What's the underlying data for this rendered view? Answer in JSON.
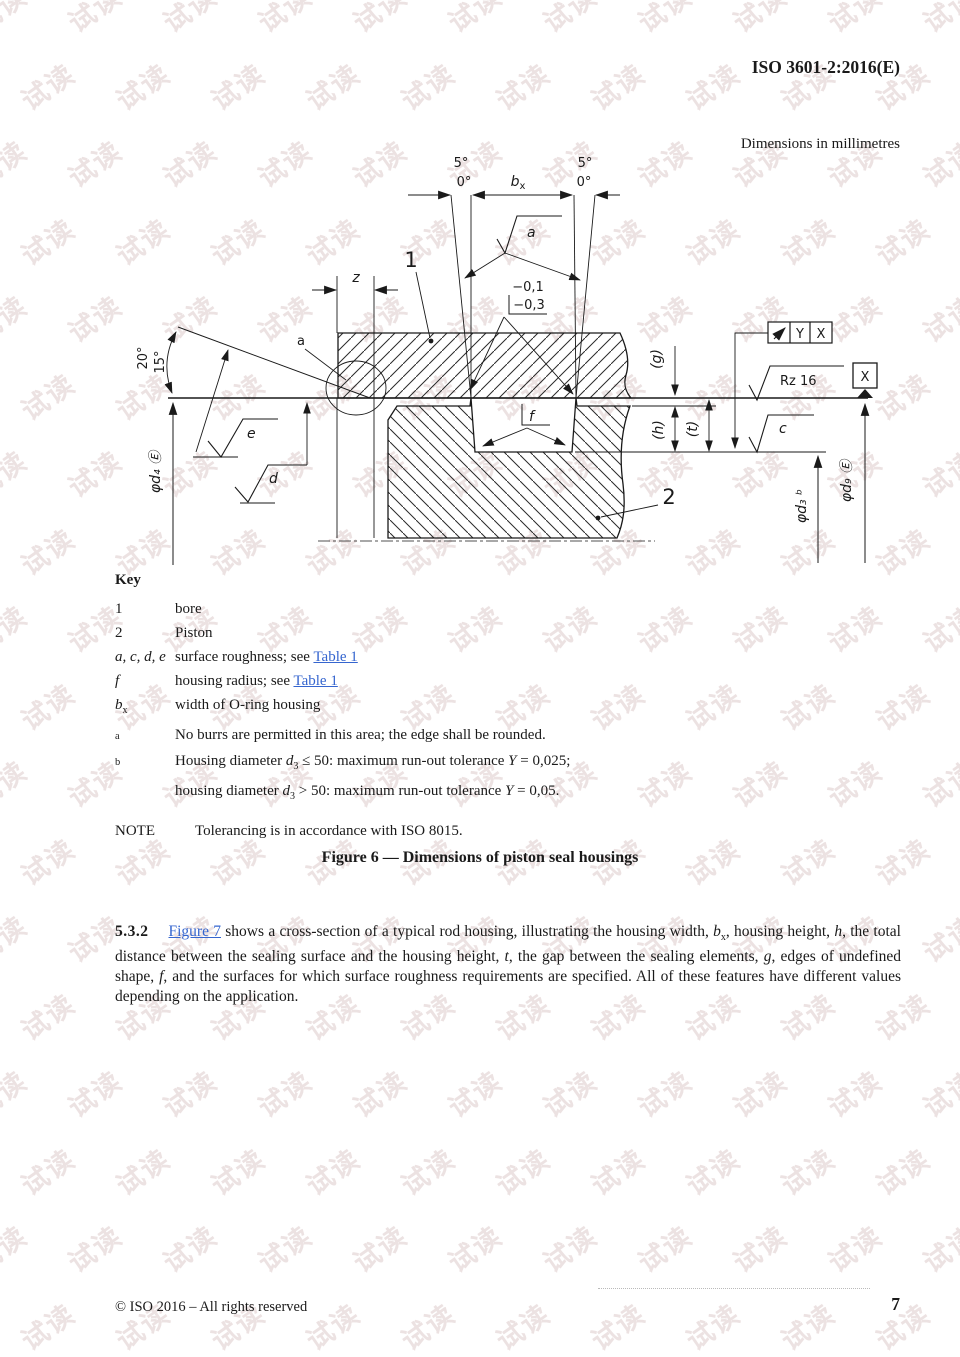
{
  "page": {
    "header_ref": "ISO 3601-2:2016(E)",
    "dimensions_note": "Dimensions in millimetres",
    "watermark": "试读",
    "link_color": "#3565cf",
    "footer": {
      "copyright": "© ISO 2016 – All rights reserved",
      "page_number": "7"
    }
  },
  "drawing": {
    "labels": {
      "angle5_left": "5°",
      "angle0_left": "0°",
      "bx_b": "b",
      "bx_sub": "x",
      "angle5_right": "5°",
      "angle0_right": "0°",
      "a_top": "a",
      "a_edge": "a",
      "tol_upper": "−0,1",
      "tol_lower": "−0,3",
      "z": "z",
      "part1": "1",
      "part2": "2",
      "f": "f",
      "g": "(g)",
      "h": "(h)",
      "t": "(t)",
      "angle20": "20°",
      "angle15": "15°",
      "e": "e",
      "d": "d",
      "c": "c",
      "rz": "Rz 16",
      "fcf_y": "Y",
      "fcf_x": "X",
      "datum_x": "X",
      "phi_d4": "φd₄ Ⓔ",
      "phi_d3": "φd₃ ᵇ",
      "phi_d9": "φd₉ Ⓔ"
    }
  },
  "key": {
    "title": "Key",
    "k1": {
      "term": "1",
      "desc": "bore"
    },
    "k2": {
      "term": "2",
      "desc": "Piston"
    },
    "k3": {
      "term": "a, c, d, e",
      "desc": "surface roughness; see ",
      "link": "Table 1"
    },
    "k4": {
      "term": "f",
      "desc": "housing radius; see ",
      "link": "Table 1"
    },
    "k5": {
      "term_b": "b",
      "term_sub": "x",
      "desc": "width of O-ring housing"
    },
    "fa": {
      "sup": "a",
      "desc": "No burrs are permitted in this area; the edge shall be rounded."
    },
    "fb": {
      "sup": "b",
      "l1a": "Housing diameter ",
      "l1v": "d",
      "l1sub": "3",
      "l1b": " ≤ 50: maximum run-out tolerance ",
      "l1y": "Y",
      "l1c": " = 0,025;",
      "l2a": "housing diameter ",
      "l2v": "d",
      "l2sub": "3",
      "l2b": " > 50: maximum run-out tolerance ",
      "l2y": "Y",
      "l2c": " = 0,05."
    },
    "note": {
      "label": "NOTE",
      "desc": "Tolerancing is in accordance with ISO 8015."
    }
  },
  "caption": "Figure 6 — Dimensions of piston seal housings",
  "section": {
    "number": "5.3.2",
    "link_text": "Figure 7",
    "s1": " shows a cross-section of a typical rod housing, illustrating the housing width, ",
    "v1": "b",
    "v1sub": "x",
    "s2": ", housing height, ",
    "v2": "h",
    "s3": ", the total distance between the sealing surface and the housing height, ",
    "v3": "t",
    "s4": ", the gap between the sealing elements, ",
    "v4": "g",
    "s5": ", edges of undefined shape, ",
    "v5": "f",
    "s6": ", and the surfaces for which surface roughness requirements are specified. All of these features have different values depending on the application."
  }
}
